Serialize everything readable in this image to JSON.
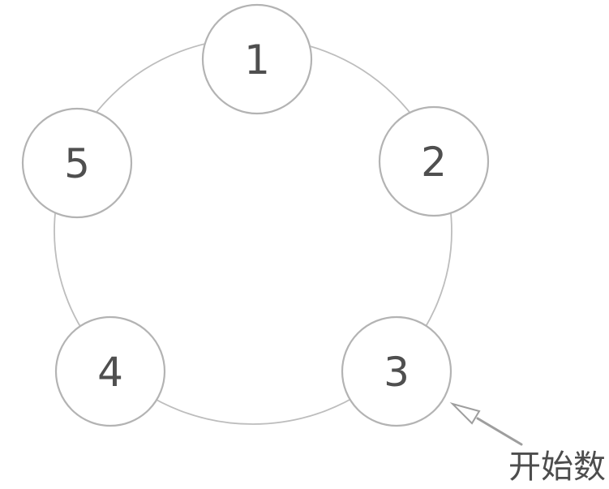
{
  "diagram": {
    "type": "circular-ring-of-numbered-nodes",
    "background_color": "#ffffff",
    "ring": {
      "stroke_color": "#bdbdbd"
    },
    "node_style": {
      "fill_color": "#ffffff",
      "stroke_color": "#b3b3b3",
      "number_color": "#4f4f4f"
    },
    "nodes": [
      {
        "label": "1"
      },
      {
        "label": "2"
      },
      {
        "label": "3"
      },
      {
        "label": "4"
      },
      {
        "label": "5"
      }
    ],
    "annotation": {
      "label": "开始数",
      "points_to_node_label": "3",
      "arrow_color": "#9e9e9e",
      "text_color": "#4d4d4d"
    }
  }
}
